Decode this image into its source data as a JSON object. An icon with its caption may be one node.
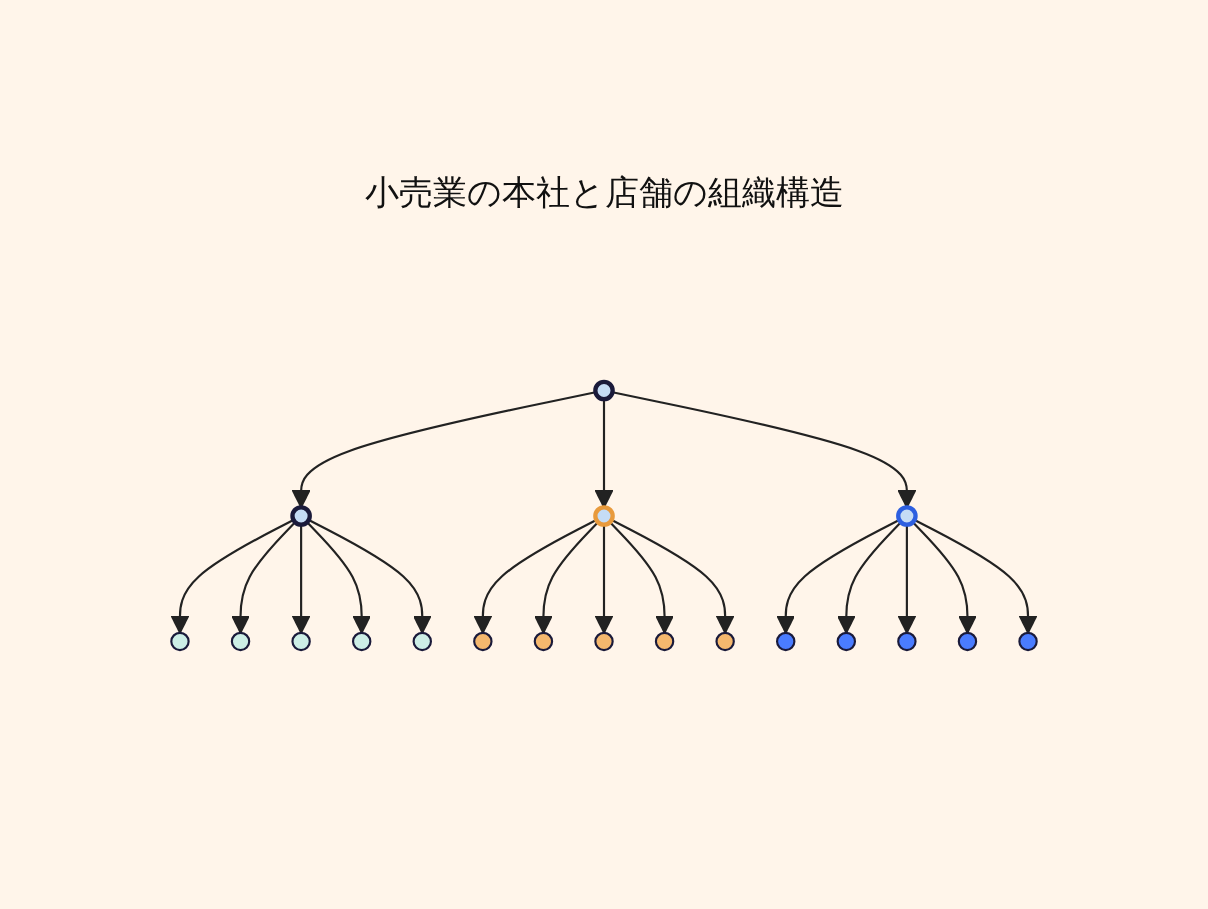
{
  "diagram": {
    "title": "小売業の本社と店舗の組織構造",
    "nodes": [
      {
        "text": [],
        "shape": "person"
      },
      {
        "text": [],
        "shape": "person"
      },
      {
        "text": [],
        "shape": "person"
      },
      {
        "text": [],
        "shape": "person"
      },
      {
        "text": [],
        "shape": "circle"
      },
      {
        "text": [],
        "shape": "circle"
      },
      {
        "text": [],
        "shape": "circle"
      },
      {
        "text": [],
        "shape": "circle"
      },
      {
        "text": [],
        "shape": "circle"
      },
      {
        "text": [],
        "shape": "circle"
      },
      {
        "text": [],
        "shape": "circle"
      },
      {
        "text": [],
        "shape": "circle"
      },
      {
        "text": [],
        "shape": "circle"
      },
      {
        "text": [],
        "shape": "circle"
      },
      {
        "text": [],
        "shape": "circle"
      },
      {
        "text": [],
        "shape": "circle"
      },
      {
        "text": [],
        "shape": "circle"
      },
      {
        "text": [],
        "shape": "circle"
      },
      {
        "text": [],
        "shape": "circle"
      }
    ],
    "edges": [
      {
        "from": 0,
        "to": 1,
        "arrow": "to"
      },
      {
        "from": 0,
        "to": 2,
        "arrow": "to"
      },
      {
        "from": 0,
        "to": 3,
        "arrow": "to"
      },
      {
        "from": 1,
        "to": 4,
        "arrow": "to"
      },
      {
        "from": 1,
        "to": 5,
        "arrow": "to"
      },
      {
        "from": 1,
        "to": 6,
        "arrow": "to"
      },
      {
        "from": 1,
        "to": 7,
        "arrow": "to"
      },
      {
        "from": 1,
        "to": 8,
        "arrow": "to"
      },
      {
        "from": 2,
        "to": 9,
        "arrow": "to"
      },
      {
        "from": 2,
        "to": 10,
        "arrow": "to"
      },
      {
        "from": 2,
        "to": 11,
        "arrow": "to"
      },
      {
        "from": 2,
        "to": 12,
        "arrow": "to"
      },
      {
        "from": 2,
        "to": 13,
        "arrow": "to"
      },
      {
        "from": 3,
        "to": 14,
        "arrow": "to"
      },
      {
        "from": 3,
        "to": 15,
        "arrow": "to"
      },
      {
        "from": 3,
        "to": 16,
        "arrow": "to"
      },
      {
        "from": 3,
        "to": 17,
        "arrow": "to"
      },
      {
        "from": 3,
        "to": 18,
        "arrow": "to"
      }
    ]
  }
}
